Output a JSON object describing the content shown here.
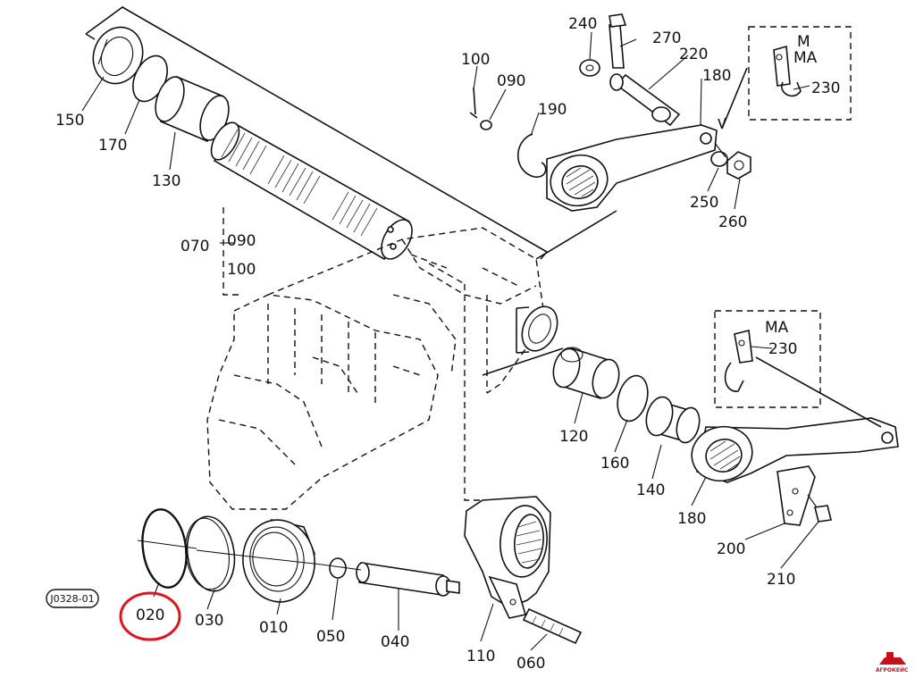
{
  "parts": {
    "p010": "010",
    "p020": "020",
    "p030": "030",
    "p040": "040",
    "p050": "050",
    "p060": "060",
    "p070": "070",
    "p090a": "090",
    "p090b": "090",
    "p100a": "100",
    "p100b": "100",
    "p110": "110",
    "p120": "120",
    "p130": "130",
    "p140": "140",
    "p150": "150",
    "p160": "160",
    "p170": "170",
    "p180a": "180",
    "p180b": "180",
    "p190": "190",
    "p200": "200",
    "p210": "210",
    "p220": "220",
    "p230a": "230",
    "p230b": "230",
    "p240": "240",
    "p250": "250",
    "p260": "260",
    "p270": "270"
  },
  "variants": {
    "box1_line1": "M",
    "box1_line2": "MA",
    "box2_line1": "MA"
  },
  "drawing_code": "J0328-01",
  "watermark": "АГРОКЕЙС",
  "highlight_color": "#e0141e",
  "highlighted_part": "020"
}
